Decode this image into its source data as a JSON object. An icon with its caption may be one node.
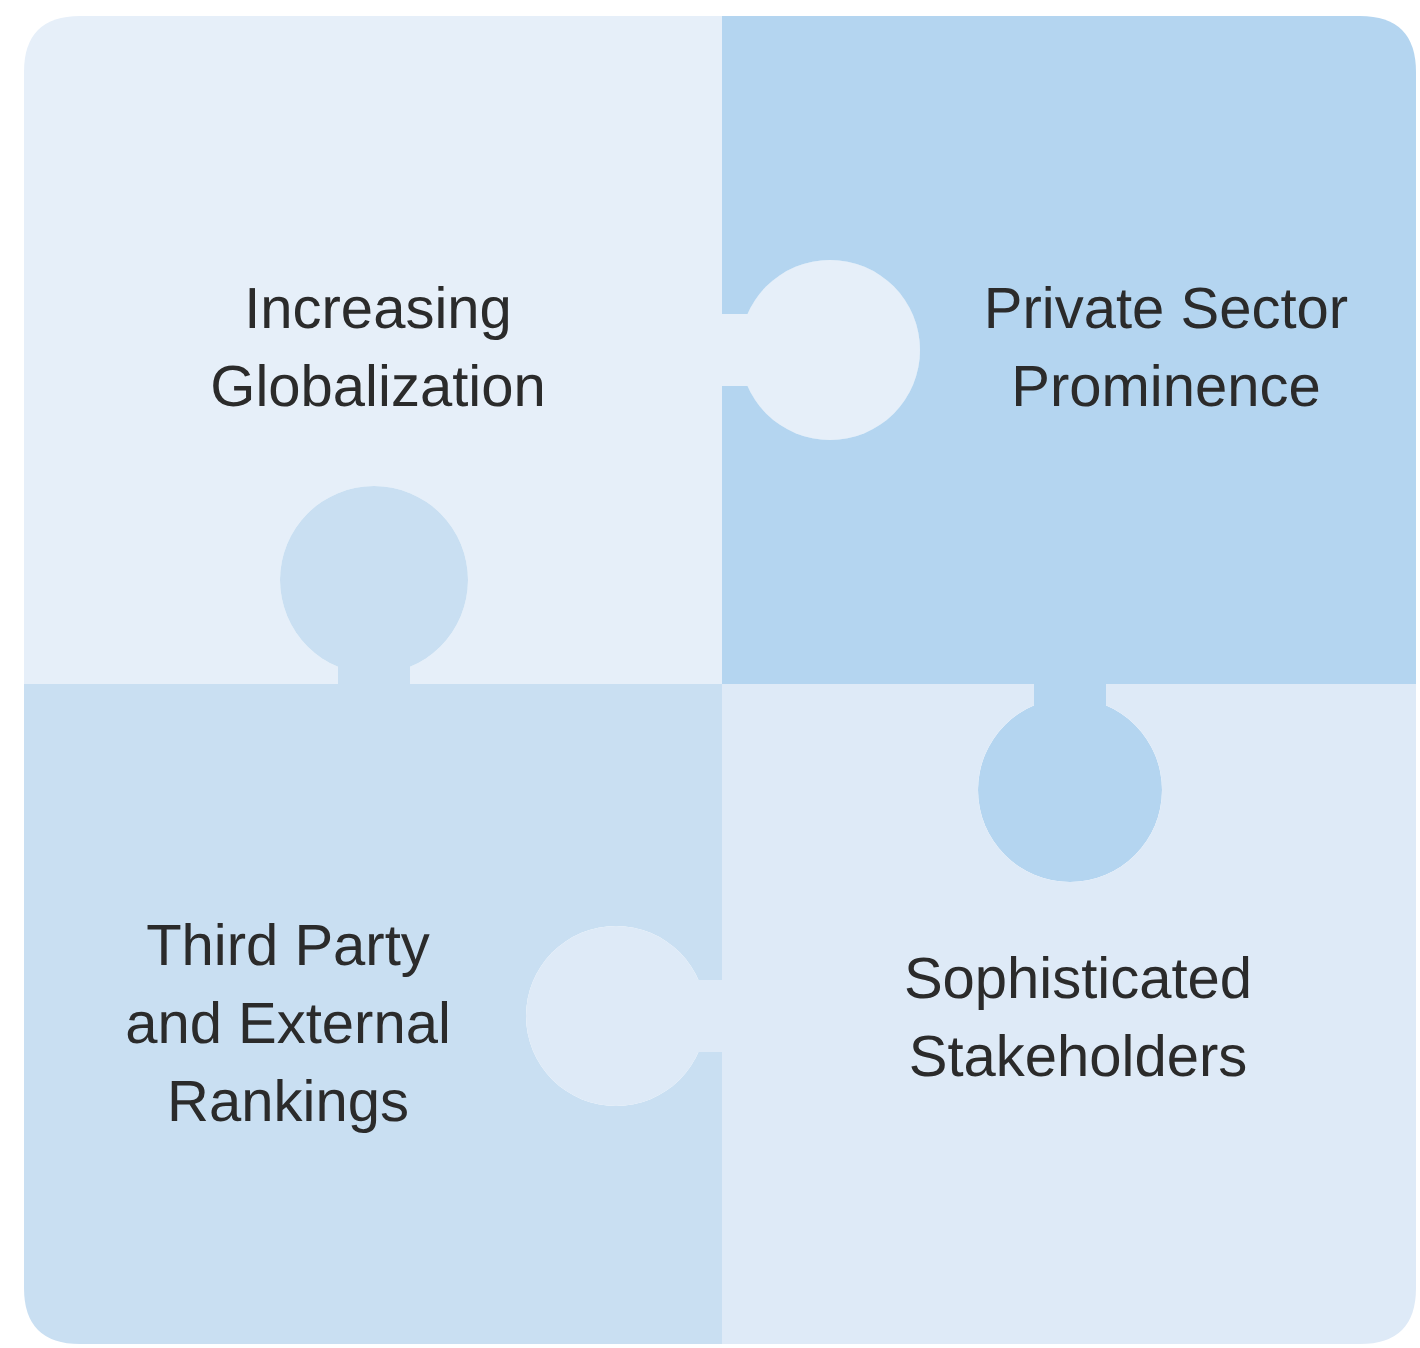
{
  "diagram": {
    "nodes": [
      {
        "text": [
          "Increasing Globalization"
        ]
      },
      {
        "text": [
          "Private Sector Prominence"
        ]
      },
      {
        "text": [
          "Third Party and External Rankings"
        ]
      },
      {
        "text": [
          "Sophisticated Stakeholders"
        ]
      }
    ]
  }
}
